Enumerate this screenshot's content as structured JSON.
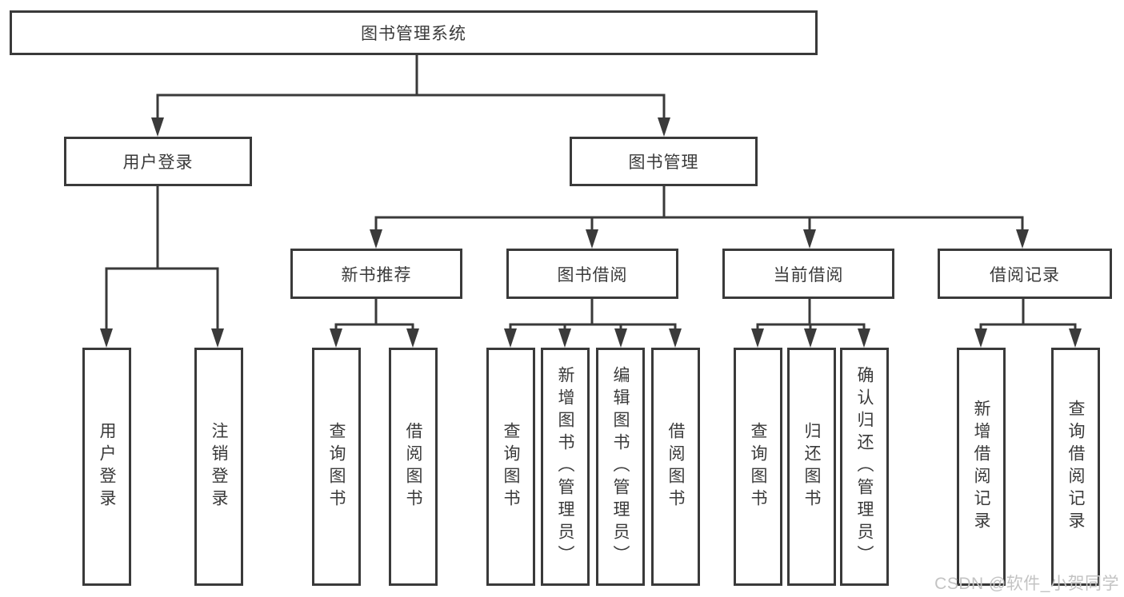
{
  "watermark": "CSDN @软件_小贺同学",
  "colors": {
    "line": "#3a3a3a",
    "text": "#3a3a3a",
    "background": "#ffffff",
    "watermark": "#c3c3c3"
  },
  "tree": {
    "type": "hierarchy-diagram",
    "root": {
      "label": "图书管理系统"
    },
    "branches": [
      {
        "label": "用户登录",
        "children": [
          {
            "label": "用户登录"
          },
          {
            "label": "注销登录"
          }
        ]
      },
      {
        "label": "图书管理",
        "children": [
          {
            "label": "新书推荐",
            "children": [
              {
                "label": "查询图书"
              },
              {
                "label": "借阅图书"
              }
            ]
          },
          {
            "label": "图书借阅",
            "children": [
              {
                "label": "查询图书"
              },
              {
                "label": "新增图书（管理员）"
              },
              {
                "label": "编辑图书（管理员）"
              },
              {
                "label": "借阅图书"
              }
            ]
          },
          {
            "label": "当前借阅",
            "children": [
              {
                "label": "查询图书"
              },
              {
                "label": "归还图书"
              },
              {
                "label": "确认归还（管理员）"
              }
            ]
          },
          {
            "label": "借阅记录",
            "children": [
              {
                "label": "新增借阅记录"
              },
              {
                "label": "查询借阅记录"
              }
            ]
          }
        ]
      }
    ]
  }
}
